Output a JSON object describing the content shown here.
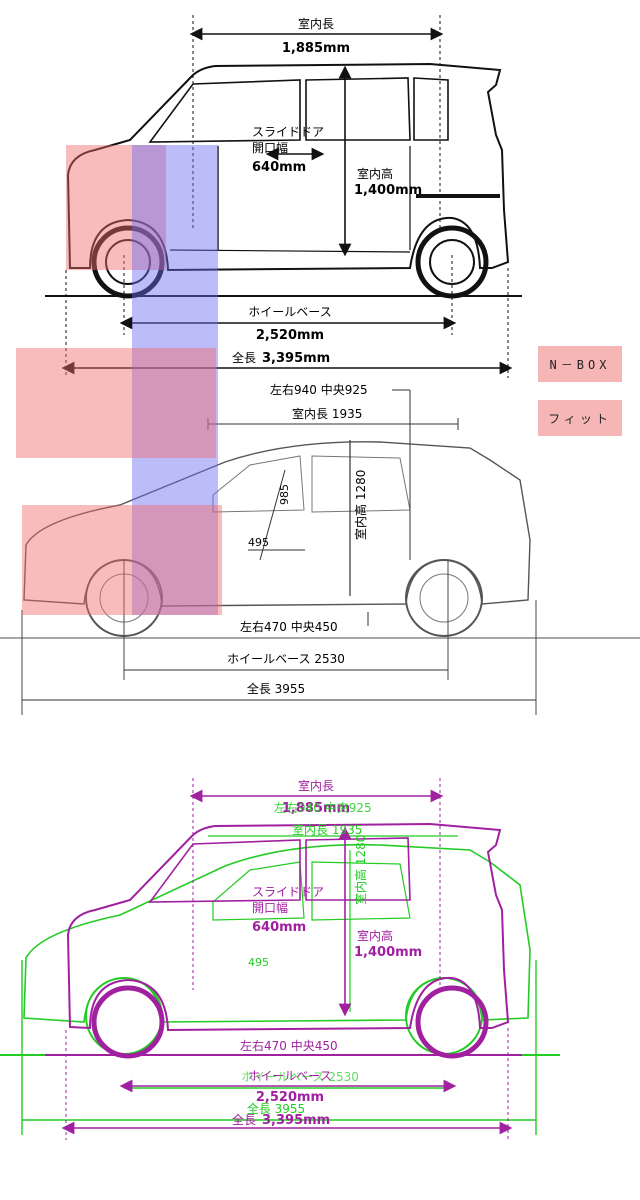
{
  "legend": {
    "nbox": "N－BOX",
    "fit": "フィット"
  },
  "nbox": {
    "interior_length_label": "室内長",
    "interior_length_value": "1,885mm",
    "slide_door_label_1": "スライドドア",
    "slide_door_label_2": "開口幅",
    "slide_door_value": "640mm",
    "interior_height_label": "室内高",
    "interior_height_value": "1,400mm",
    "wheelbase_label": "ホイールベース",
    "wheelbase_value": "2,520mm",
    "overall_length_label": "全長",
    "overall_length_value": "3,395mm"
  },
  "fit": {
    "width_note": "左右940 中央925",
    "interior_length": "室内長 1935",
    "dim_985": "985",
    "interior_height": "室内高 1280",
    "dim_495": "495",
    "lower_note": "左右470 中央450",
    "wheelbase": "ホイールベース 2530",
    "overall_length": "全長 3955"
  },
  "colors": {
    "nbox_line": "#a020a0",
    "fit_line": "#22cc22",
    "red_zone": "#f26b6b",
    "blue_zone": "#6b6bf2"
  }
}
